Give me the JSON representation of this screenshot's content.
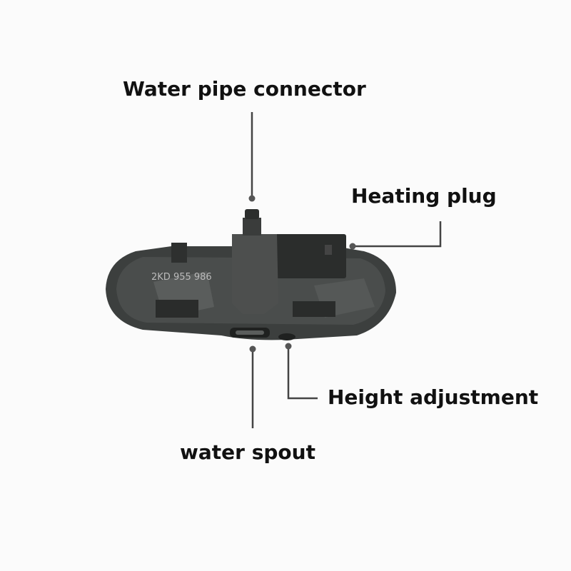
{
  "labels": {
    "water_pipe_connector": "Water pipe connector",
    "heating_plug": "Heating plug",
    "water_spout": "water spout",
    "height_adjustment": "Height adjustment"
  },
  "part_marking": "2KD 955 986",
  "colors": {
    "background": "#fbfbfb",
    "part": "#3a3d3c",
    "leader": "#444444"
  }
}
